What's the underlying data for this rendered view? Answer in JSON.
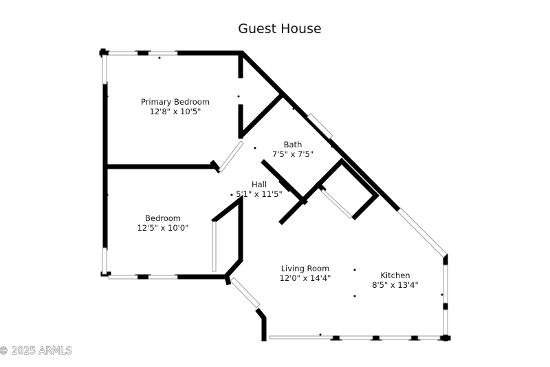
{
  "title": "Guest House",
  "rooms": [
    {
      "name": "Primary Bedroom",
      "dims": "12'8\" x 10'5\""
    },
    {
      "name": "Bath",
      "dims": "7'5\" x 7'5\""
    },
    {
      "name": "Hall",
      "dims": "5'1\" x 11'5\""
    },
    {
      "name": "Bedroom",
      "dims": "12'5\" x 10'0\""
    },
    {
      "name": "Living Room",
      "dims": "12'0\" x 14'4\""
    },
    {
      "name": "Kitchen",
      "dims": "8'5\" x 13'4\""
    }
  ],
  "watermark": "© 2025 ARMLS",
  "colors": {
    "wall": "#000000",
    "window": "#9a9a9a",
    "background": "#ffffff"
  }
}
